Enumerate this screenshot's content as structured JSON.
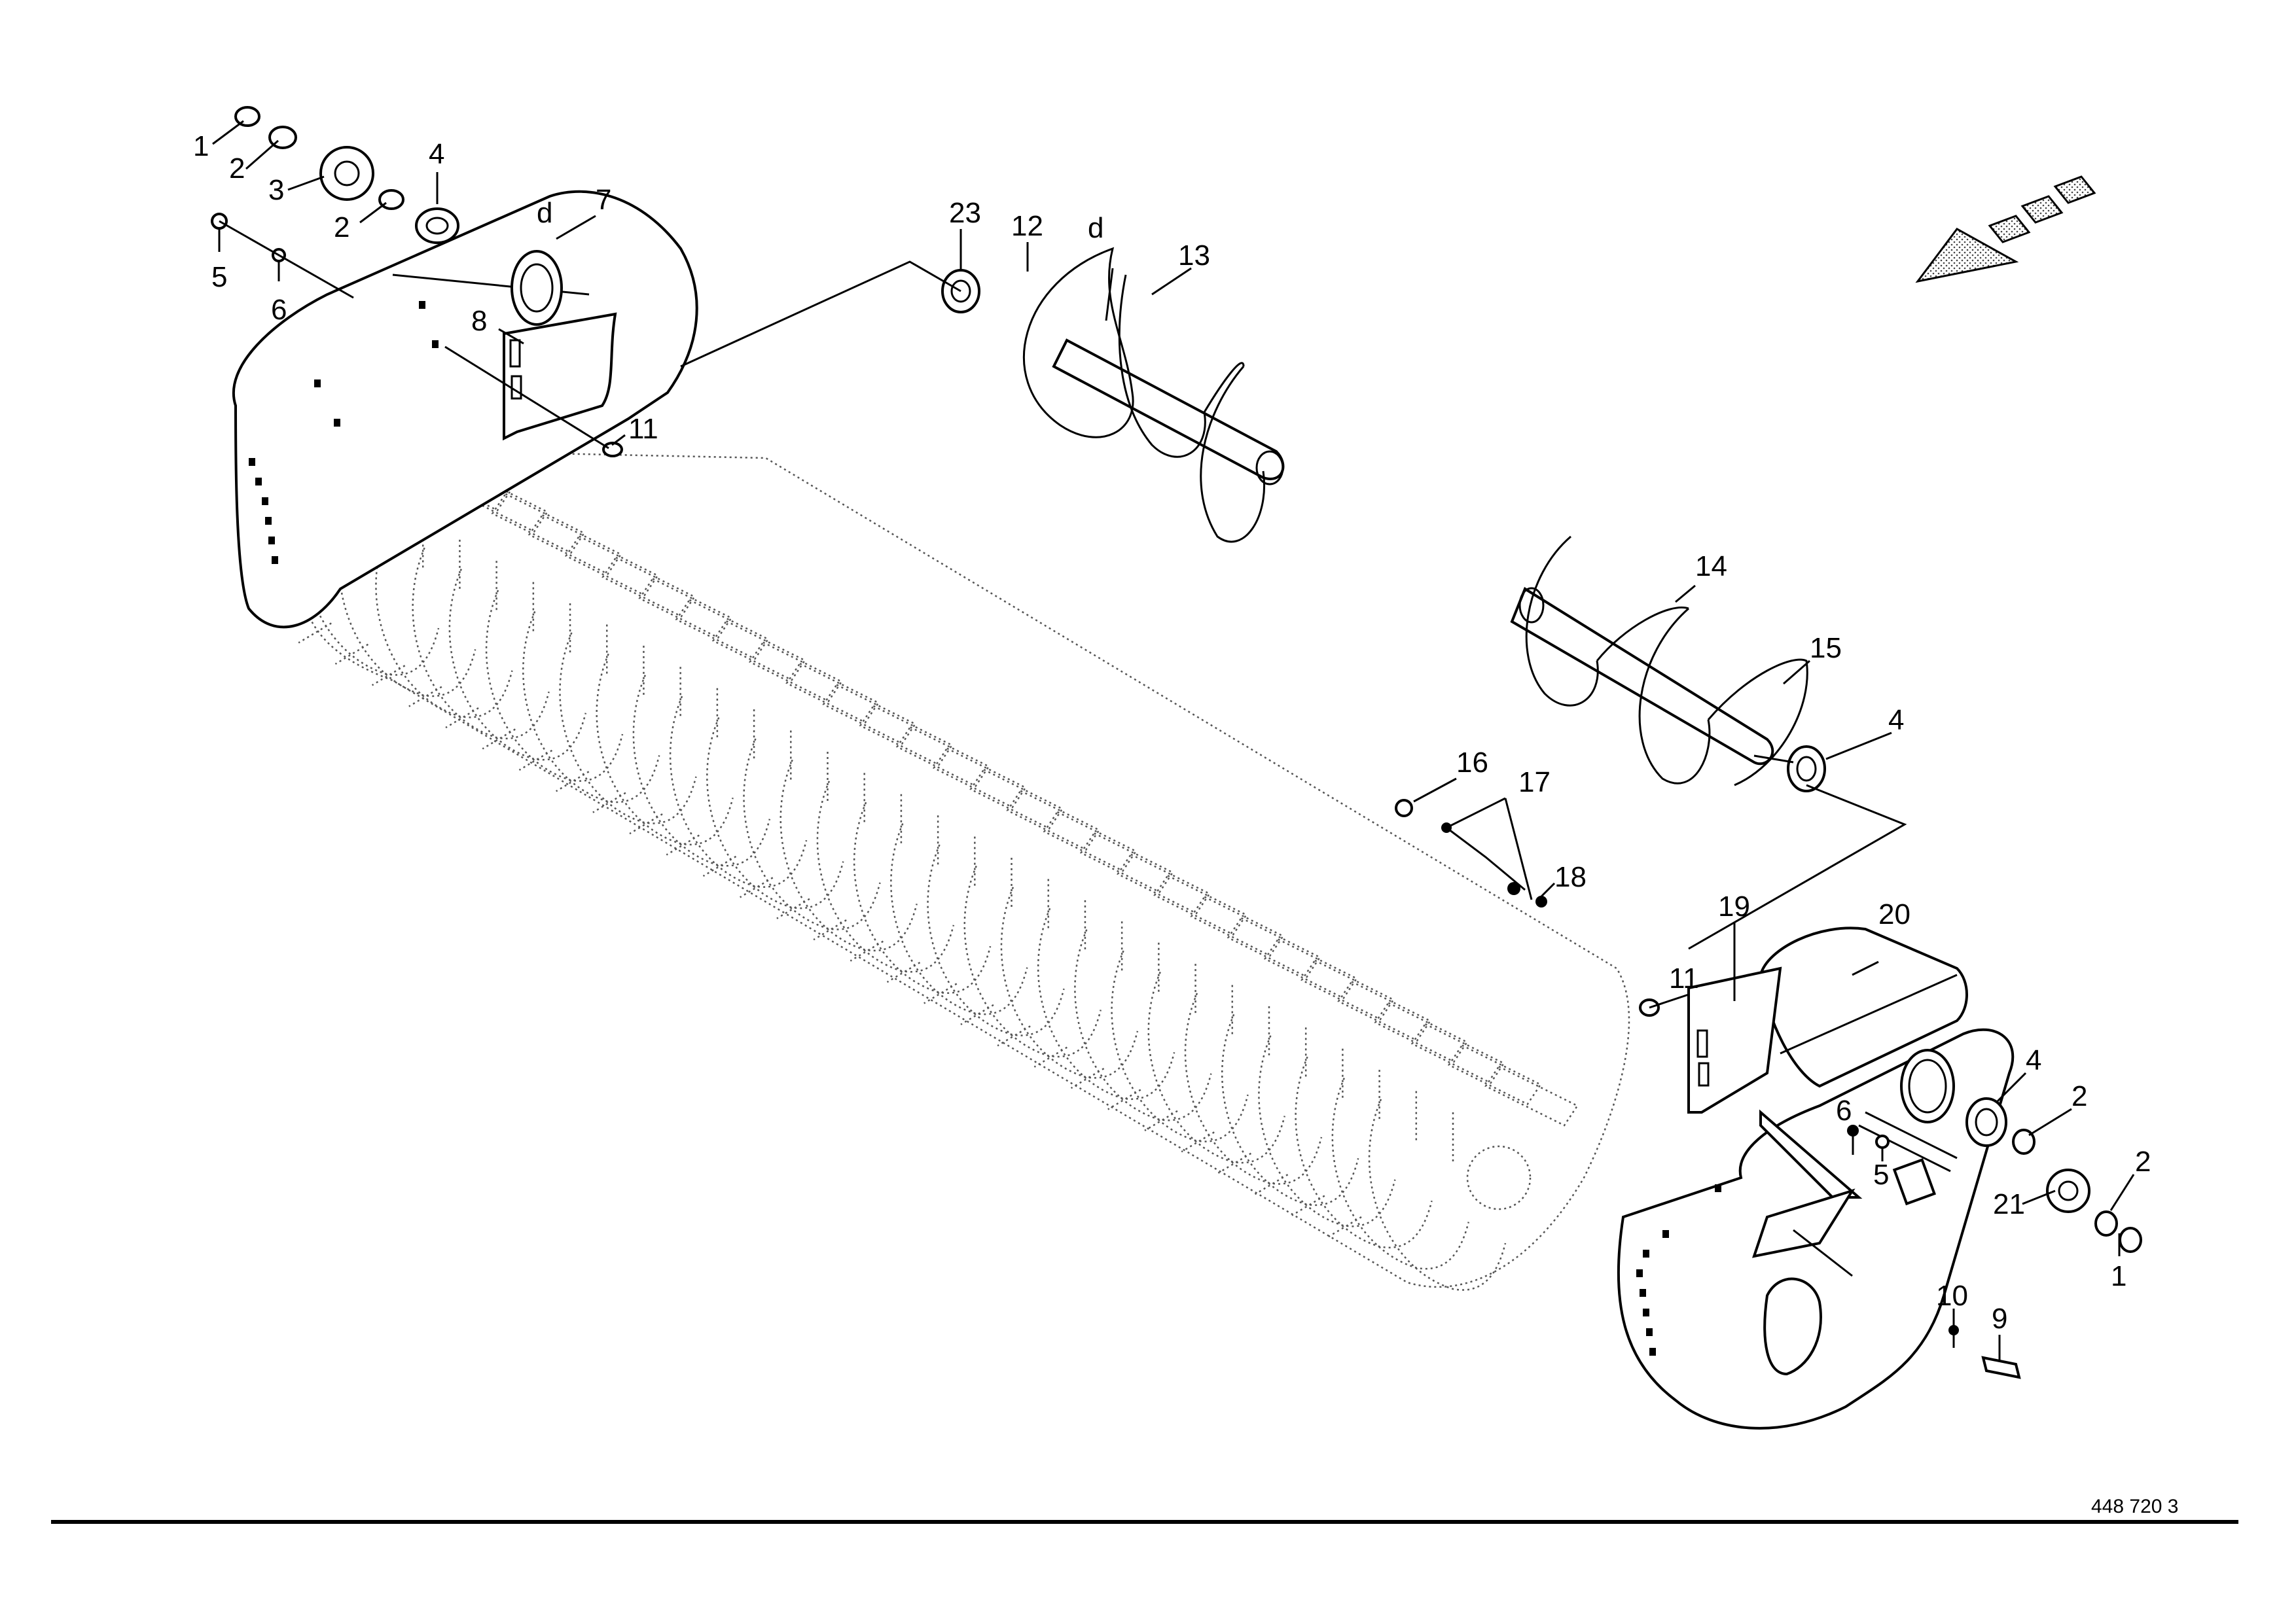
{
  "drawing_number": "448 720 3",
  "callouts": {
    "c1a": "1",
    "c2a": "2",
    "c3": "3",
    "c2b": "2",
    "c4a": "4",
    "c5a": "5",
    "c6a": "6",
    "c7": "7",
    "c8": "8",
    "c11a": "11",
    "c23": "23",
    "c12": "12",
    "cda": "d",
    "cdb": "d",
    "c13": "13",
    "c14": "14",
    "c15": "15",
    "c4b": "4",
    "c16": "16",
    "c17": "17",
    "c18": "18",
    "c19": "19",
    "c20": "20",
    "c11b": "11",
    "c4c": "4",
    "c2c": "2",
    "c6b": "6",
    "c5b": "5",
    "c2d": "2",
    "c21": "21",
    "c1b": "1",
    "c10": "10",
    "c9": "9"
  },
  "colors": {
    "line": "#000000",
    "dotted": "#555555",
    "background": "#ffffff",
    "arrow_fill": "#d8d8d8"
  }
}
